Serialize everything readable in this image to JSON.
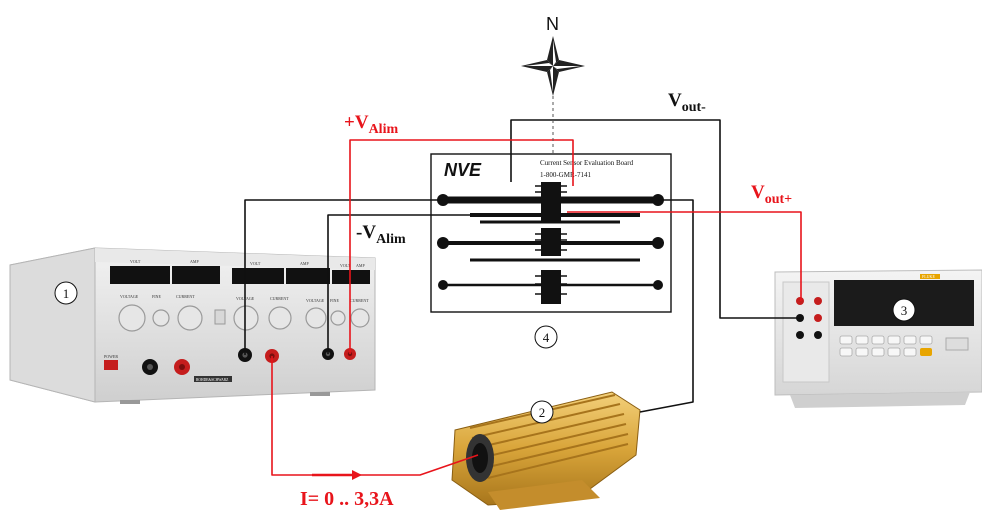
{
  "compass": {
    "north_label": "N"
  },
  "labels": {
    "v_out_minus": {
      "main": "V",
      "sub": "out-"
    },
    "v_out_plus": {
      "main": "V",
      "sub": "out+"
    },
    "v_alim_plus": {
      "main": "+V",
      "sub": "Alim"
    },
    "v_alim_minus": {
      "main": "-V",
      "sub": "Alim"
    },
    "current": "I= 0 .. 3,3A"
  },
  "board": {
    "brand": "NVE",
    "title_line1": "Current Sensor Evaluation Board",
    "title_line2": "1-800-GMR-7141"
  },
  "power_supply": {
    "panel_labels": [
      "VOLT",
      "AMP",
      "VOLT",
      "AMP",
      "VOLT",
      "AMP"
    ],
    "knob_labels": [
      "VOLTAGE",
      "FINE",
      "CURRENT",
      "VOLTAGE",
      "CURRENT",
      "VOLTAGE",
      "FINE",
      "CURRENT"
    ],
    "power_label": "POWER",
    "brand": "ROHDE&SCHWARZ"
  },
  "multimeter": {
    "brand": "FLUKE"
  },
  "markers": [
    "1",
    "2",
    "3",
    "4"
  ],
  "colors": {
    "red_wire": "#e8141b",
    "black_wire": "#111111",
    "label_red": "#e8141b",
    "resistor_gold": "#d9a53a"
  }
}
